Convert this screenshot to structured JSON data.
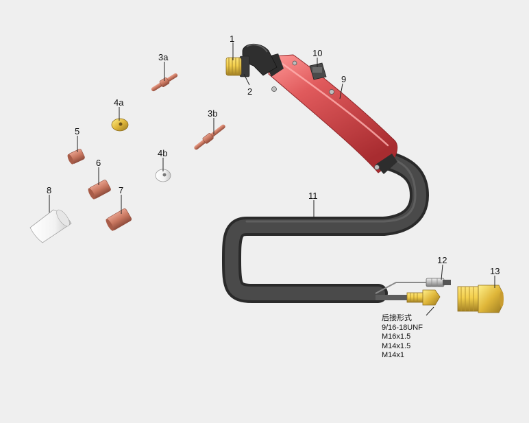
{
  "labels": {
    "p1": "1",
    "p2": "2",
    "p3a": "3a",
    "p3b": "3b",
    "p4a": "4a",
    "p4b": "4b",
    "p5": "5",
    "p6": "6",
    "p7": "7",
    "p8": "8",
    "p9": "9",
    "p10": "10",
    "p11": "11",
    "p12": "12",
    "p13": "13"
  },
  "connection_spec": {
    "title": "后接形式",
    "options": [
      "9/16-18UNF",
      "M16x1.5",
      "M14x1.5",
      "M14x1"
    ]
  },
  "colors": {
    "handle": "#d8474a",
    "cable": "#3c3c3c",
    "copper": "#c8765f",
    "brass": "#d4a83a",
    "nozzle": "#f4f4f4"
  }
}
